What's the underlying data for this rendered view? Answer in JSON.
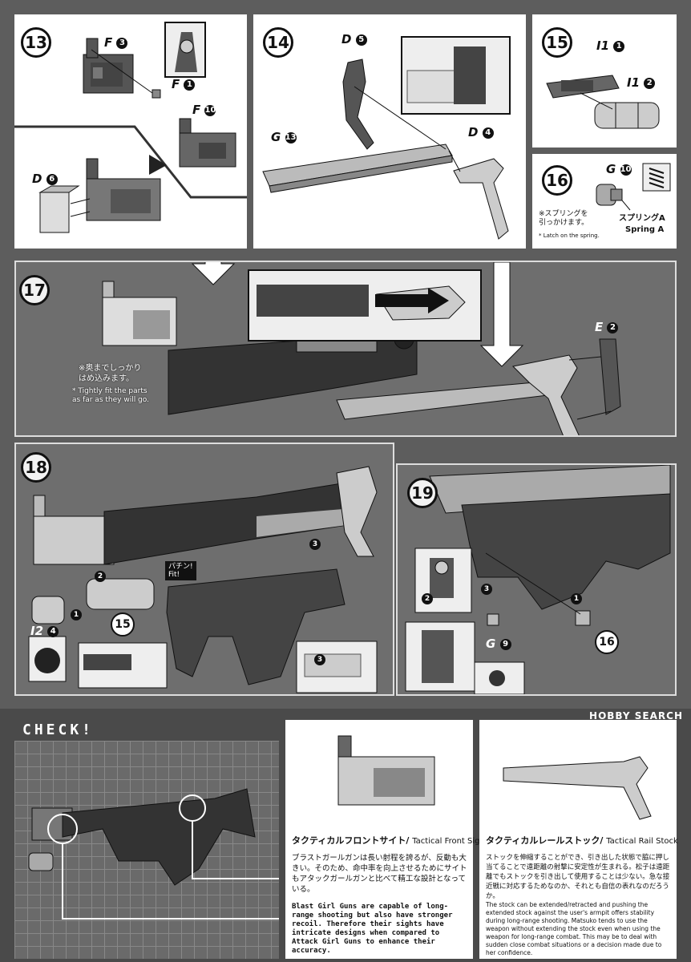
{
  "steps": {
    "s13": {
      "num": "13",
      "labels": {
        "f3": "F",
        "f3n": "3",
        "f1": "F",
        "f1n": "1",
        "f10": "F",
        "f10n": "10",
        "d6": "D",
        "d6n": "6"
      }
    },
    "s14": {
      "num": "14",
      "labels": {
        "d5": "D",
        "d5n": "5",
        "g13": "G",
        "g13n": "13",
        "d4": "D",
        "d4n": "4"
      }
    },
    "s15": {
      "num": "15",
      "labels": {
        "i11": "I1",
        "i11n": "1",
        "i12": "I1",
        "i12n": "2"
      }
    },
    "s16": {
      "num": "16",
      "labels": {
        "g10": "G",
        "g10n": "10"
      },
      "note_jp": "※スプリングを\n引っかけます。",
      "note_en": "* Latch on the spring.",
      "spring_jp": "スプリングA",
      "spring_en": "Spring A"
    },
    "s17": {
      "num": "17",
      "labels": {
        "e2": "E",
        "e2n": "2"
      },
      "note_jp": "※奥までしっかり\nはめ込みます。",
      "note_en": "* Tightly fit the parts\nas far as they will go."
    },
    "s18": {
      "num": "18",
      "labels": {
        "i24": "I2",
        "i24n": "4",
        "ref15": "15"
      },
      "fit_jp": "パチン!",
      "fit_en": "Fit!",
      "n1": "1",
      "n2": "2",
      "n3": "3",
      "n3b": "3"
    },
    "s19": {
      "num": "19",
      "labels": {
        "g9": "G",
        "g9n": "9",
        "ref16": "16"
      },
      "n1": "1",
      "n2": "2",
      "n3": "3"
    }
  },
  "check": {
    "title": "CHECK!",
    "sight": {
      "title_jp": "タクティカルフロントサイト/",
      "title_en": "Tactical Front Sight",
      "jp": "ブラストガールガンは長い射程を誇るが、反動も大きい。そのため、命中率を向上させるためにサイトもアタックガールガンと比べて精工な設計となっている。",
      "en": "Blast Girl Guns are capable of long-range shooting but also have stronger recoil. Therefore their sights have intricate designs when compared to Attack Girl Guns to enhance their accuracy."
    },
    "stock": {
      "title_jp": "タクティカルレールストック/",
      "title_en": "Tactical Rail Stock",
      "jp": "ストックを伸縮することができ、引き出した状態で脇に押し当てることで遠距離の射撃に安定性が生まれる。松子は遠距離でもストックを引き出して使用することは少ない。急な接近戦に対応するためなのか、それとも自信の表れなのだろうか。",
      "en": "The stock can be extended/retracted and pushing the extended stock against the user's armpit offers stability during long-range shooting. Matsuko tends to use the weapon without extending the stock even when using the weapon for long-range combat. This may be to deal with sudden close combat situations or a decision made due to her confidence."
    }
  },
  "watermark": "HOBBY SEARCH"
}
